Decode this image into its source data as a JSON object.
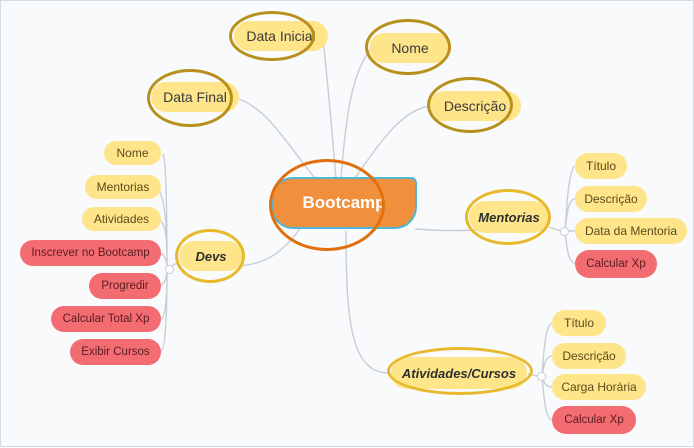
{
  "center": {
    "label": "Bootcamp"
  },
  "topics": {
    "data_inicial": "Data Inicial",
    "nome": "Nome",
    "data_final": "Data Final",
    "descricao": "Descrição"
  },
  "devs": {
    "label": "Devs",
    "items": [
      "Nome",
      "Mentorias",
      "Atividades",
      "Inscrever no Bootcamp",
      "Progredir",
      "Calcular Total Xp",
      "Exibir Cursos"
    ]
  },
  "mentorias": {
    "label": "Mentorias",
    "items": [
      "Título",
      "Descrição",
      "Data da Mentoria",
      "Calcular Xp"
    ]
  },
  "atividades": {
    "label": "Atividades/Cursos",
    "items": [
      "Título",
      "Descrição",
      "Carga Horária",
      "Calcular Xp"
    ]
  },
  "colors": {
    "center_fill": "#f08f3c",
    "center_border": "#4fb6d6",
    "attribute_fill": "#ffe58a",
    "method_fill": "#f36c72",
    "ring_dark": "#b8901c",
    "ring_gold": "#e8b92c",
    "ring_orange": "#e06f0c"
  }
}
